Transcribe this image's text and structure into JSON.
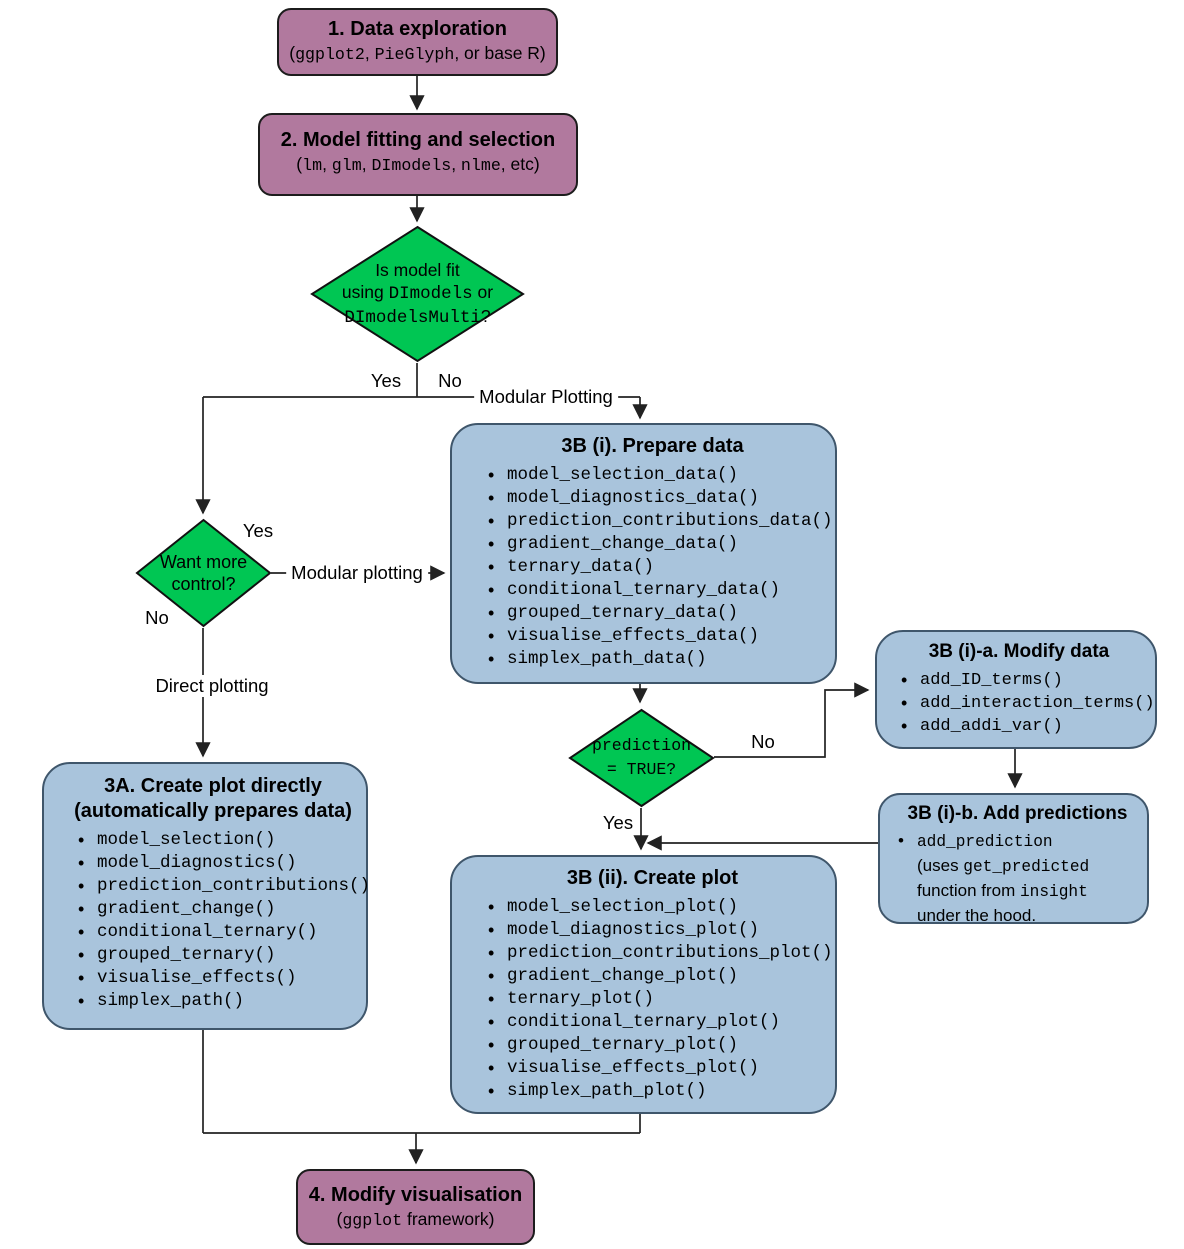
{
  "colors": {
    "purple_box": "#b1799e",
    "green_diamond": "#00c653",
    "blue_box": "#a9c4dc",
    "blue_box_border": "#3f566b",
    "connector": "#222222"
  },
  "nodes": {
    "box1": {
      "title": "1. Data exploration",
      "sub": [
        "(",
        "ggplot2",
        ", ",
        "PieGlyph",
        ", or base R)"
      ]
    },
    "box2": {
      "title": "2. Model fitting and selection",
      "sub": [
        "(",
        "lm",
        ", ",
        "glm",
        ", ",
        "DImodels",
        ", ",
        "nlme",
        ", etc)"
      ]
    },
    "d1": {
      "l1": "Is model fit",
      "l2a": "using ",
      "l2b": "DImodels",
      "l2c": " or",
      "l3a": "DImodelsMulti",
      "l3b": "?"
    },
    "d2": {
      "l1": "Want more",
      "l2": "control?"
    },
    "b3i": {
      "title": "3B (i). Prepare data",
      "items": [
        "model_selection_data()",
        "model_diagnostics_data()",
        "prediction_contributions_data()",
        "gradient_change_data()",
        "ternary_data()",
        "conditional_ternary_data()",
        "grouped_ternary_data()",
        "visualise_effects_data()",
        "simplex_path_data()"
      ]
    },
    "b3a": {
      "title1": "3A. Create plot directly",
      "title2": "(automatically prepares data)",
      "items": [
        "model_selection()",
        "model_diagnostics()",
        "prediction_contributions()",
        "gradient_change()",
        "conditional_ternary()",
        "grouped_ternary()",
        "visualise_effects()",
        "simplex_path()"
      ]
    },
    "d3": {
      "l1": "prediction",
      "l2": "= TRUE?"
    },
    "b3ia": {
      "title": "3B (i)-a. Modify data",
      "items": [
        "add_ID_terms()",
        "add_interaction_terms()",
        "add_addi_var()"
      ]
    },
    "b3ib": {
      "title": "3B (i)-b. Add predictions",
      "b1": "add_prediction",
      "l2a": "(uses ",
      "l2b": "get_predicted",
      "l3a": "function from ",
      "l3b": "insight",
      "l4": "under the hood."
    },
    "b3ii": {
      "title": "3B (ii). Create plot",
      "items": [
        "model_selection_plot()",
        "model_diagnostics_plot()",
        "prediction_contributions_plot()",
        "gradient_change_plot()",
        "ternary_plot()",
        "conditional_ternary_plot()",
        "grouped_ternary_plot()",
        "visualise_effects_plot()",
        "simplex_path_plot()"
      ]
    },
    "box4": {
      "title": "4. Modify visualisation",
      "sub": [
        "(",
        "ggplot",
        " framework)"
      ]
    }
  },
  "edge_labels": {
    "yes1": "Yes",
    "no1": "No",
    "modular_top": "Modular Plotting",
    "yes2": "Yes",
    "modular_left": "Modular plotting",
    "no2": "No",
    "direct": "Direct plotting",
    "no3": "No",
    "yes3": "Yes"
  }
}
